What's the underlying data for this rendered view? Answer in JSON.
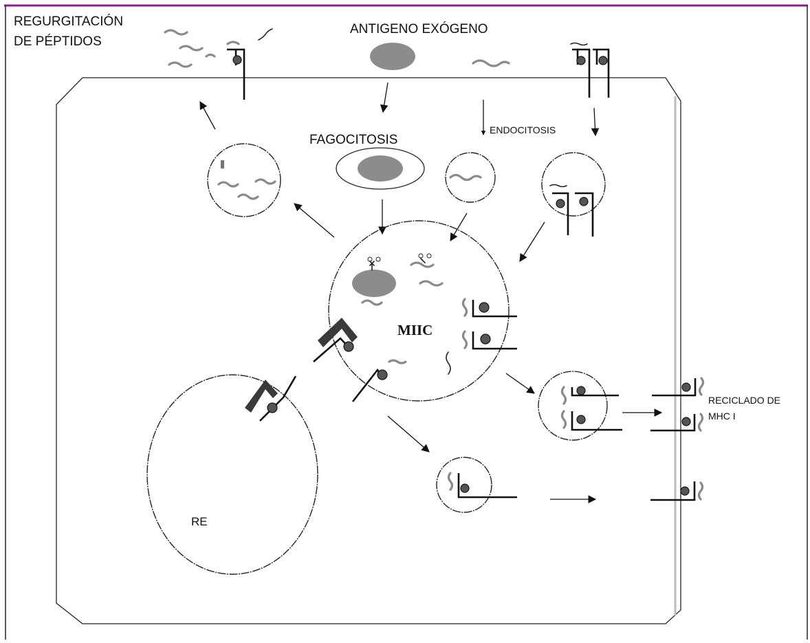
{
  "labels": {
    "regurgitation_line1": "REGURGITACIÓN",
    "regurgitation_line2": "DE PÉPTIDOS",
    "exogenous_antigen": "ANTIGENO EXÓGENO",
    "phagocytosis": "FAGOCITOSIS",
    "endocytosis": "ENDOCITOSIS",
    "miic": "MIIC",
    "er": "RE",
    "recycling_line1": "RECICLADO DE",
    "recycling_line2": "MHC I"
  },
  "colors": {
    "frame_top_border": "#8b1a8b",
    "antigen_fill": "#8c8c8c",
    "peptide": "#8a8a8a",
    "mhc_molecule": "#3a3a3a"
  }
}
